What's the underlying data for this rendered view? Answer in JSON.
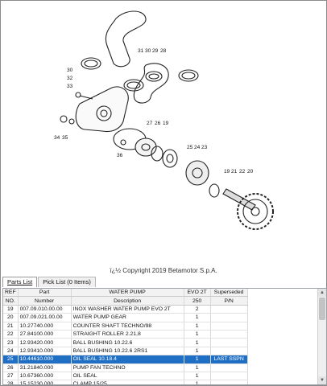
{
  "diagram": {
    "callouts": [
      "30",
      "32",
      "33",
      "31",
      "30",
      "29",
      "28",
      "27",
      "26",
      "19",
      "25",
      "24",
      "23",
      "34",
      "35",
      "36",
      "19",
      "21",
      "22",
      "20"
    ]
  },
  "copyright": "ï¿½ Copyright 2019 Betamotor S.p.A.",
  "tabs": [
    "Parts List",
    "Pick List (0 Items)"
  ],
  "table": {
    "header1": [
      "REF",
      "Part",
      "WATER PUMP",
      "EVO 2T",
      "Superseded"
    ],
    "header2": [
      "NO.",
      "Number",
      "Description",
      "250",
      "P/N"
    ],
    "rows": [
      {
        "ref": "19",
        "part": "007.09.010.00.00",
        "desc": "INOX WASHER WATER PUMP EVO 2T",
        "qty": "2",
        "sup": ""
      },
      {
        "ref": "20",
        "part": "007.09.021.00.00",
        "desc": "WATER PUMP GEAR",
        "qty": "1",
        "sup": ""
      },
      {
        "ref": "21",
        "part": "10.27740.000",
        "desc": "COUNTER SHAFT TECHNO/98",
        "qty": "1",
        "sup": ""
      },
      {
        "ref": "22",
        "part": "27.84100.000",
        "desc": "STRAIGHT ROLLER 2.21,8",
        "qty": "1",
        "sup": ""
      },
      {
        "ref": "23",
        "part": "12.93420.000",
        "desc": "BALL BUSHING 10.22.6",
        "qty": "1",
        "sup": ""
      },
      {
        "ref": "24",
        "part": "12.93410.000",
        "desc": "BALL BUSHING 10.22.6 2RS1",
        "qty": "1",
        "sup": ""
      },
      {
        "ref": "25",
        "part": "10.44610.000",
        "desc": "OIL SEAL 10.18.4",
        "qty": "1",
        "sup": "LAST SSPN"
      },
      {
        "ref": "26",
        "part": "31.21840.000",
        "desc": "PUMP FAN TECHNO",
        "qty": "1",
        "sup": ""
      },
      {
        "ref": "27",
        "part": "10.67360.000",
        "desc": "OIL SEAL",
        "qty": "1",
        "sup": ""
      },
      {
        "ref": "28",
        "part": "15.15230.000",
        "desc": "CLAMP 15/25",
        "qty": "1",
        "sup": ""
      }
    ],
    "selected_index": 6
  },
  "colors": {
    "selection": "#1f6fc5"
  }
}
